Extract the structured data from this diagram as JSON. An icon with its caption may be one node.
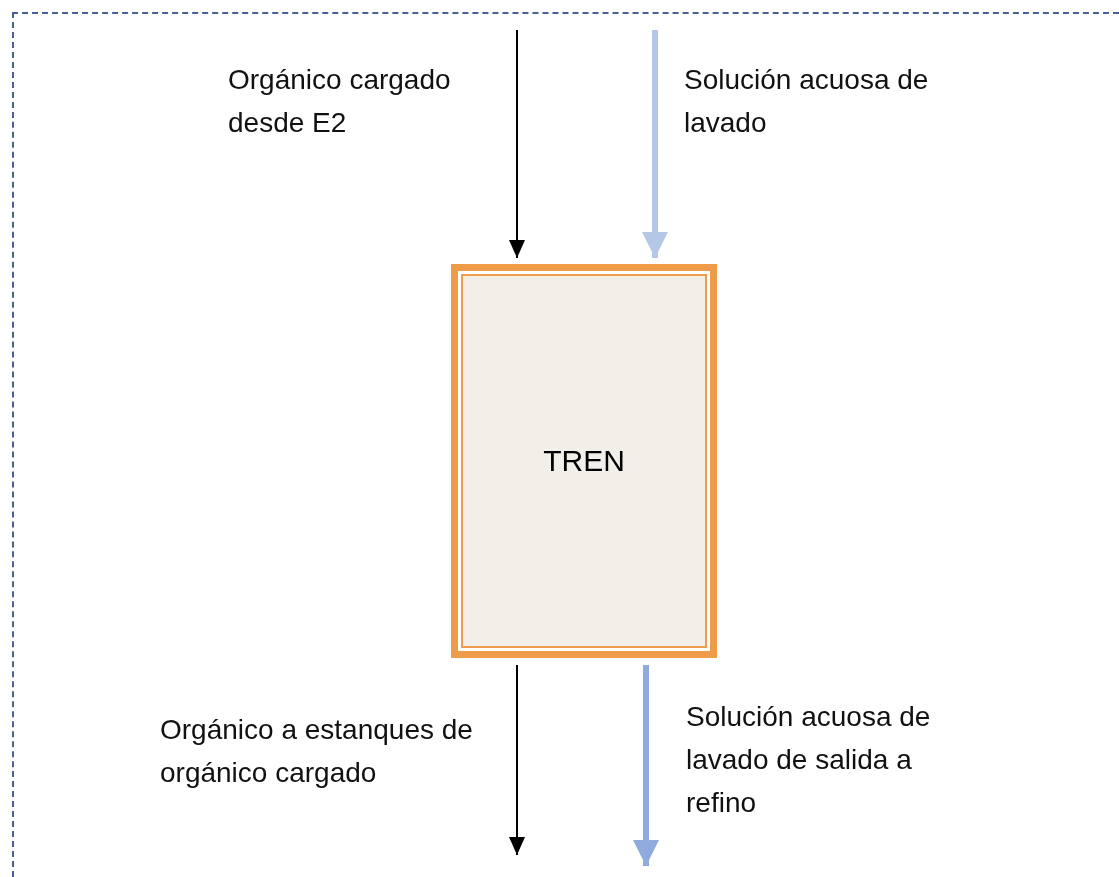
{
  "diagram": {
    "nodes": [
      {
        "text": [],
        "shape": "box"
      },
      {
        "text": [
          "TREN"
        ],
        "in": 0
      }
    ],
    "edges": [
      {
        "from": null,
        "to": 1,
        "arrow": "to",
        "label": "Orgánico cargado desde E2"
      },
      {
        "from": null,
        "to": 1,
        "arrow": "to",
        "label": "Solución acuosa de lavado",
        "style": "thick",
        "color": "#b4c7e7"
      },
      {
        "from": 1,
        "to": null,
        "arrow": "to",
        "label": "Orgánico a estanques de orgánico cargado"
      },
      {
        "from": 1,
        "to": null,
        "arrow": "to",
        "label": "Solución acuosa de lavado de salida a refino",
        "style": "thick",
        "color": "#8faadc"
      }
    ]
  }
}
